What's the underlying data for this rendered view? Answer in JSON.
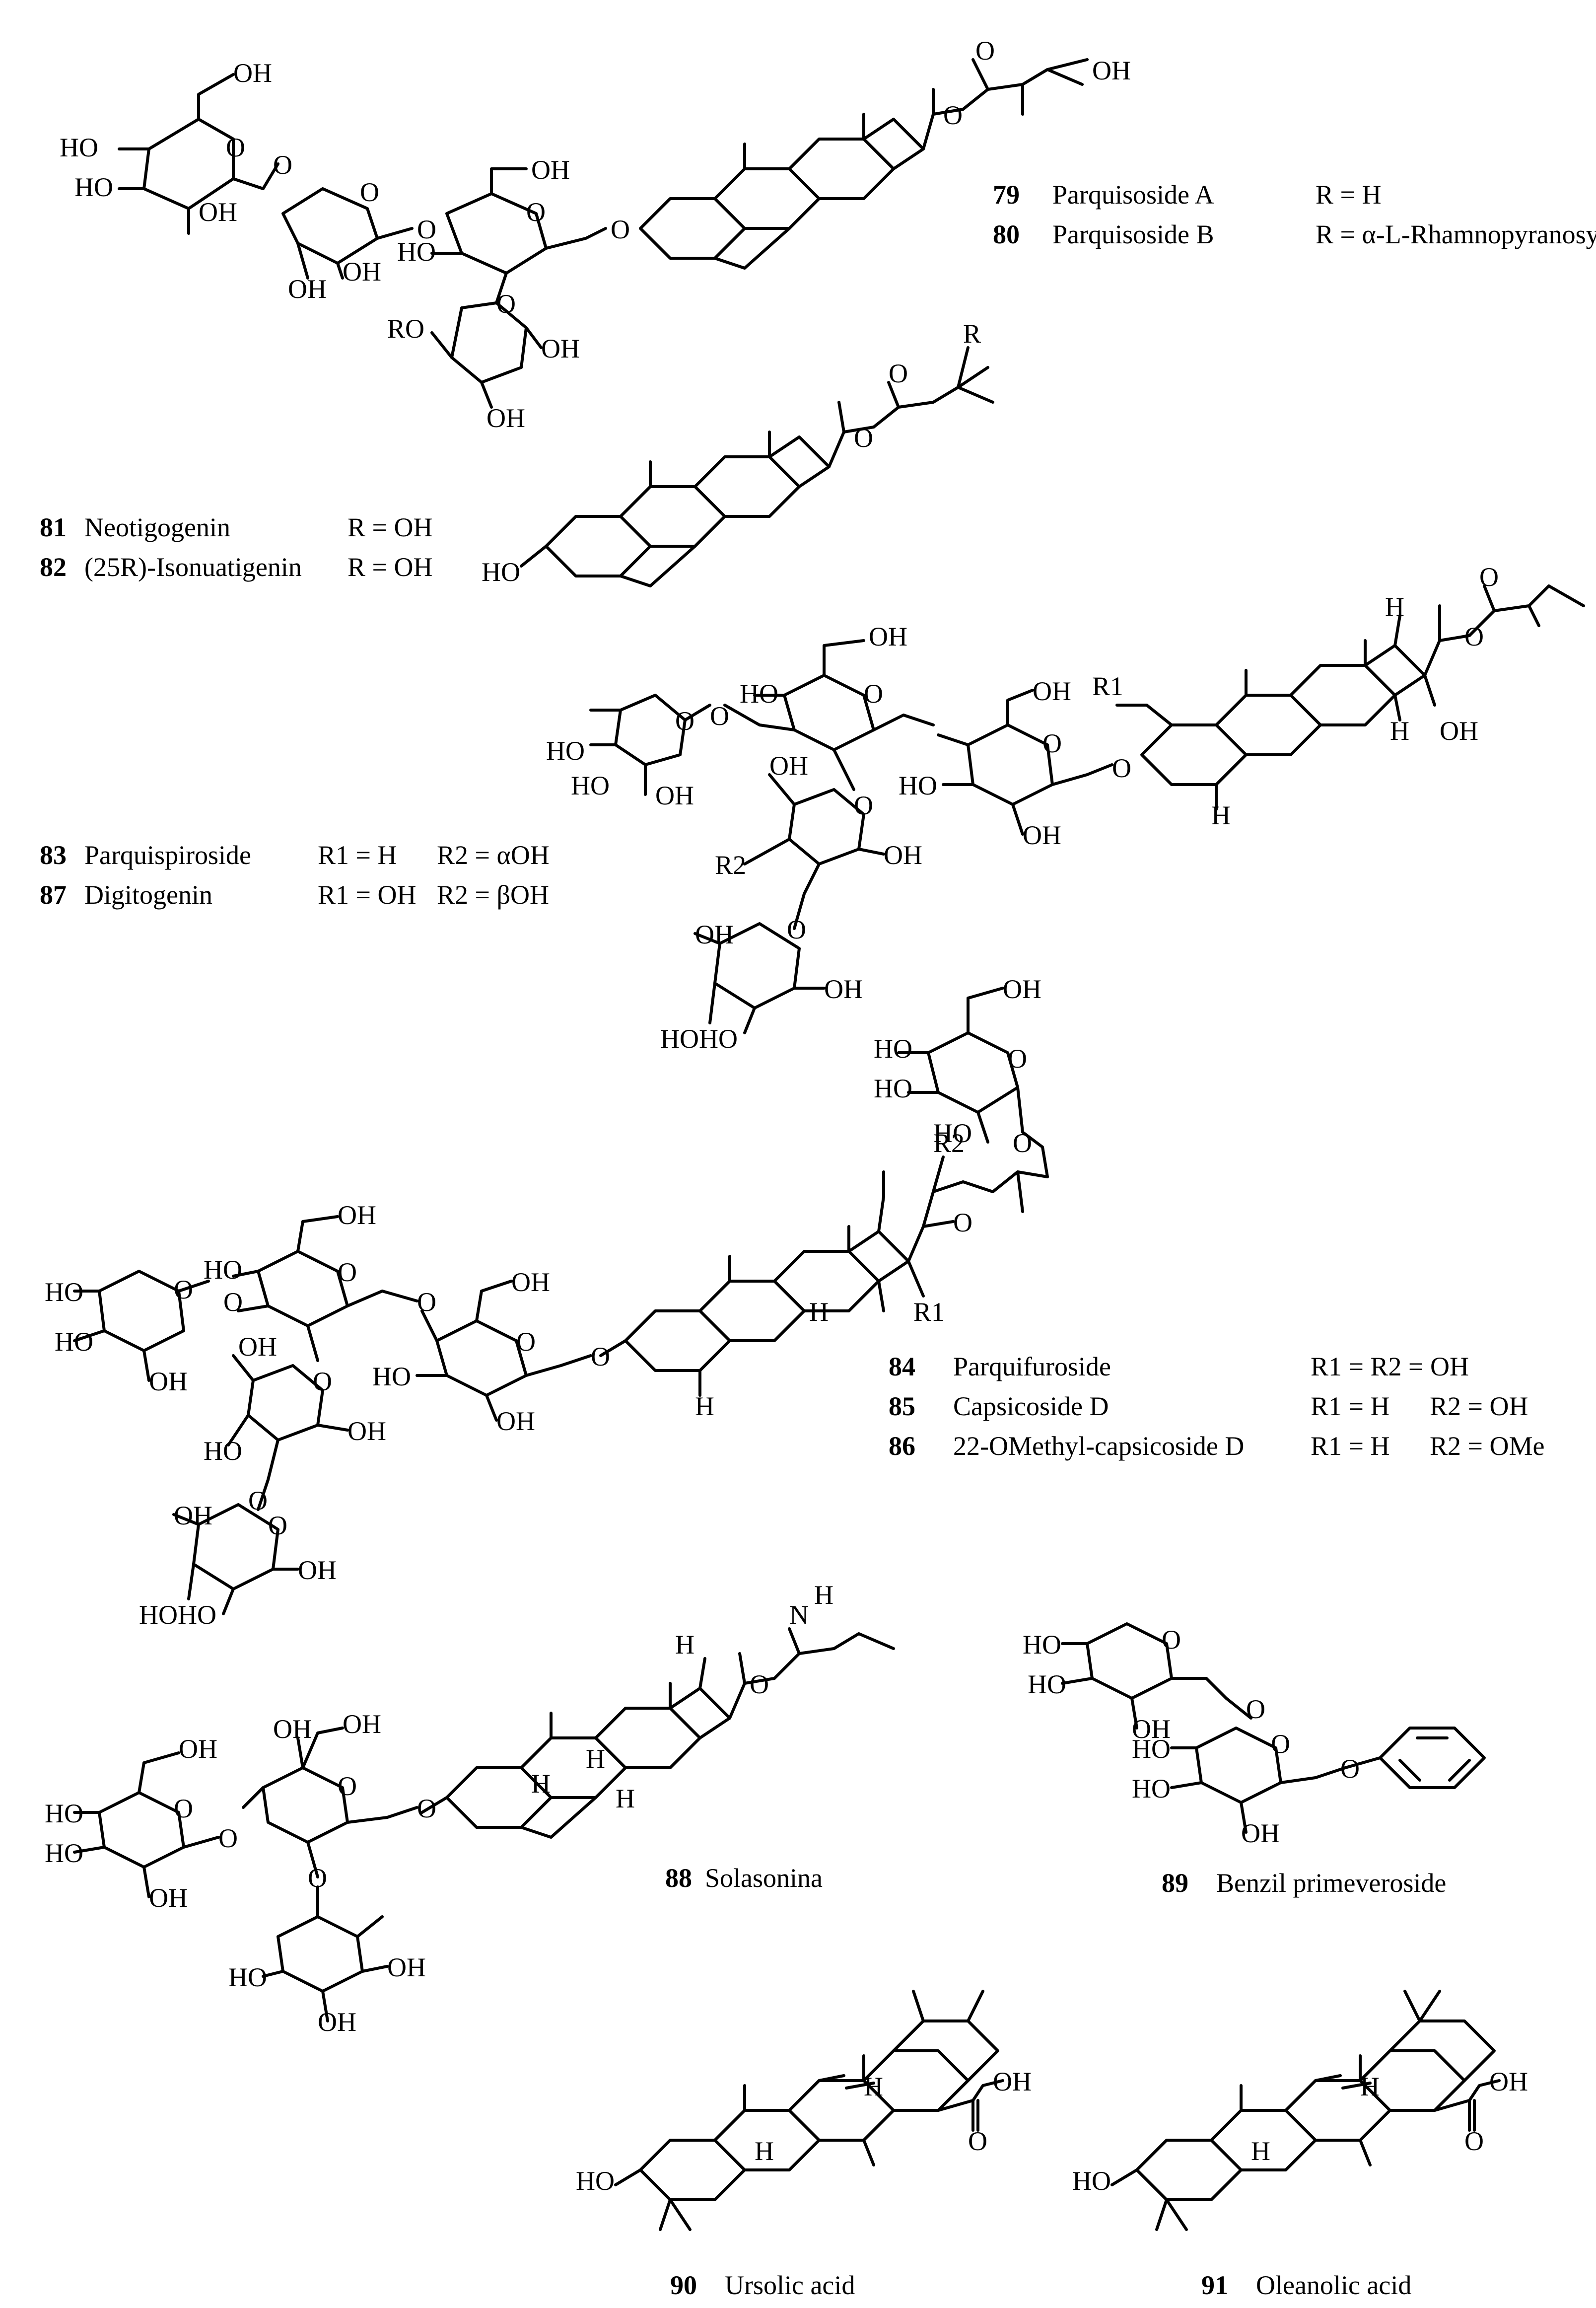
{
  "structures": [
    {
      "id": "79-80",
      "entries": [
        {
          "num": "79",
          "name": "Parquisoside A",
          "subst": "R = H"
        },
        {
          "num": "80",
          "name": "Parquisoside B",
          "subst": "R = α-L-Rhamnopyranosyl"
        }
      ]
    },
    {
      "id": "81-82",
      "entries": [
        {
          "num": "81",
          "name": "Neotigogenin",
          "subst": "R = OH"
        },
        {
          "num": "82",
          "name": "(25R)-Isonuatigenin",
          "subst": "R = OH"
        }
      ]
    },
    {
      "id": "83-87",
      "entries": [
        {
          "num": "83",
          "name": "Parquispiroside",
          "r1": "R1 = H",
          "r2": "R2 = αOH"
        },
        {
          "num": "87",
          "name": "Digitogenin",
          "r1": "R1 = OH",
          "r2": "R2 = βOH"
        }
      ]
    },
    {
      "id": "84-86",
      "entries": [
        {
          "num": "84",
          "name": "Parquifuroside",
          "subst": "R1 = R2 = OH"
        },
        {
          "num": "85",
          "name": "Capsicoside D",
          "r1": "R1 = H",
          "r2": "R2 = OH"
        },
        {
          "num": "86",
          "name": "22-OMethyl-capsicoside D",
          "r1": "R1 = H",
          "r2": "R2 = OMe"
        }
      ]
    },
    {
      "id": "88",
      "entries": [
        {
          "num": "88",
          "name": "Solasonina"
        }
      ]
    },
    {
      "id": "89",
      "entries": [
        {
          "num": "89",
          "name": "Benzil primeveroside"
        }
      ]
    },
    {
      "id": "90",
      "entries": [
        {
          "num": "90",
          "name": "Ursolic acid"
        }
      ]
    },
    {
      "id": "91",
      "entries": [
        {
          "num": "91",
          "name": "Oleanolic acid"
        }
      ]
    }
  ],
  "atoms": {
    "oh": "OH",
    "ho": "HO",
    "o": "O",
    "h": "H",
    "r": "R",
    "ro": "RO",
    "r1": "R1",
    "r2": "R2",
    "hoho": "HOHO",
    "n": "N"
  }
}
